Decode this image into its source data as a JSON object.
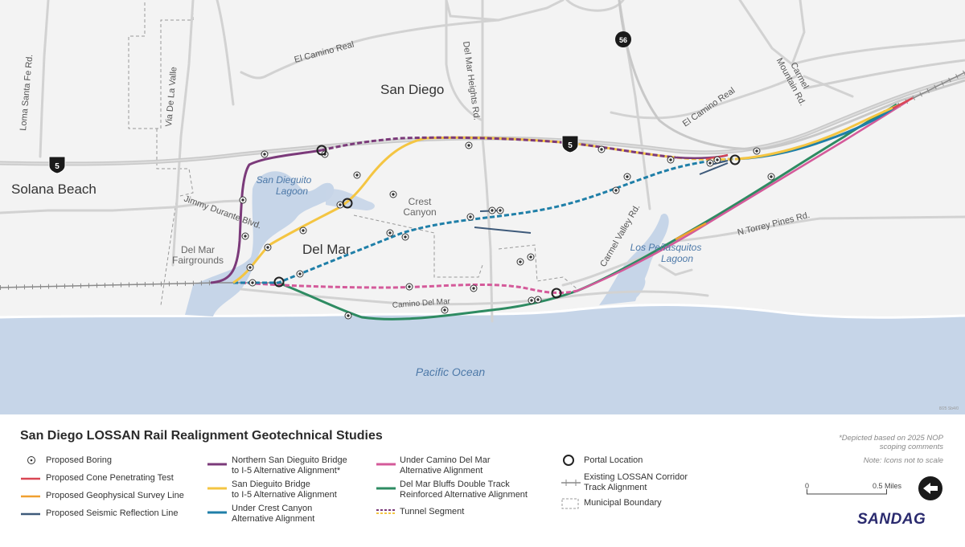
{
  "map": {
    "places": {
      "san_diego": "San Diego",
      "solana_beach": "Solana Beach",
      "del_mar": "Del Mar",
      "crest_canyon": "Crest\nCanyon",
      "del_mar_fairgrounds": "Del Mar\nFairgrounds"
    },
    "water": {
      "pacific_ocean": "Pacific Ocean",
      "san_dieguito_lagoon": "San Dieguito\nLagoon",
      "los_penasquitos_lagoon": "Los Peñasquitos\nLagoon"
    },
    "roads": {
      "el_camino_real_north": "El Camino Real",
      "el_camino_real_south": "El Camino Real",
      "del_mar_heights_rd": "Del Mar Heights Rd.",
      "loma_santa_fe_rd": "Loma Santa Fe Rd.",
      "via_de_la_valle": "Via De La Valle",
      "jimmy_durante_blvd": "Jimmy Durante Blvd.",
      "camino_del_mar": "Camino Del Mar",
      "carmel_valley_rd": "Carmel Valley Rd.",
      "carmel_mountain_rd": "Carmel\nMountain Rd.",
      "n_torrey_pines_rd": "N.Torrey Pines Rd."
    },
    "shields": {
      "i5": "5",
      "sr56": "56"
    },
    "credit": "8/25 Sb4/0"
  },
  "legend": {
    "title": "San Diego LOSSAN Rail Realignment Geotechnical Studies",
    "items": {
      "boring": "Proposed Boring",
      "cpt": "Proposed Cone Penetrating Test",
      "geophysical": "Proposed Geophysical Survey Line",
      "seismic": "Proposed Seismic Reflection Line",
      "northern_bridge": "Northern San Dieguito Bridge\nto I-5 Alternative Alignment*",
      "sd_bridge": "San Dieguito Bridge\nto I-5 Alternative Alignment",
      "crest_canyon": "Under Crest Canyon\nAlternative Alignment",
      "camino": "Under Camino Del Mar\nAlternative Alignment",
      "bluffs": "Del Mar Bluffs Double Track\nReinforced Alternative Alignment",
      "tunnel": "Tunnel Segment",
      "portal": "Portal Location",
      "existing": "Existing LOSSAN Corridor\nTrack Alignment",
      "municipal": "Municipal Boundary"
    },
    "note_depicted": "*Depicted based on 2025 NOP\nscoping comments",
    "note_icons": "Note: Icons not to scale",
    "scale": {
      "start": "0",
      "end": "0.5 Miles"
    },
    "brand": "SANDAG"
  },
  "colors": {
    "northern_bridge": "#7b3a7a",
    "sd_bridge": "#f4c542",
    "crest_canyon": "#1f7fa8",
    "camino": "#d45a9a",
    "bluffs": "#2e8b62",
    "cpt": "#d94654",
    "geophysical": "#f0a030",
    "seismic": "#3e5a7a",
    "water": "#c6d5e8",
    "road": "#d2d2d2"
  }
}
